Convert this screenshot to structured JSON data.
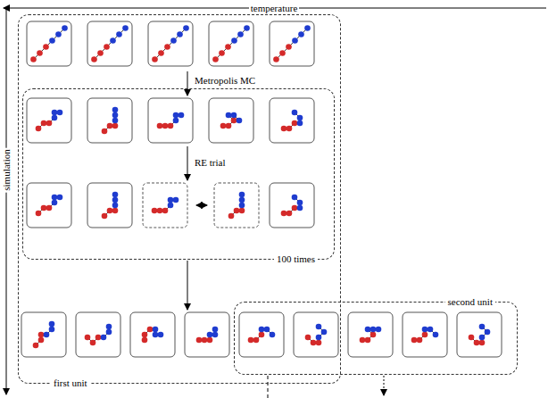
{
  "diagram": {
    "nodes": [
      {
        "text": [
          "first unit"
        ]
      },
      {
        "text": [
          "100 times"
        ],
        "in": 0
      },
      {
        "text": [
          "second unit"
        ]
      }
    ],
    "labels": [
      "temperature",
      "simulation",
      "Metropolis MC",
      "RE trial"
    ]
  }
}
